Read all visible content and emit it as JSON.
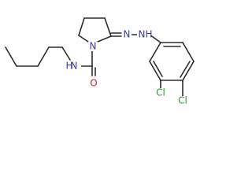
{
  "molecule": {
    "atoms": {
      "amide_n": "N",
      "amide_h": "H",
      "ring_n": "N",
      "azo_n1": "N",
      "azo_n2": "N",
      "azo_h": "H",
      "carbonyl_o": "O",
      "cl_top": "Cl",
      "cl_bottom": "Cl"
    },
    "colors": {
      "bond": "#2b2b2b",
      "nitrogen": "#3a3aa8",
      "oxygen": "#d02020",
      "chlorine": "#2c9a2c"
    }
  }
}
